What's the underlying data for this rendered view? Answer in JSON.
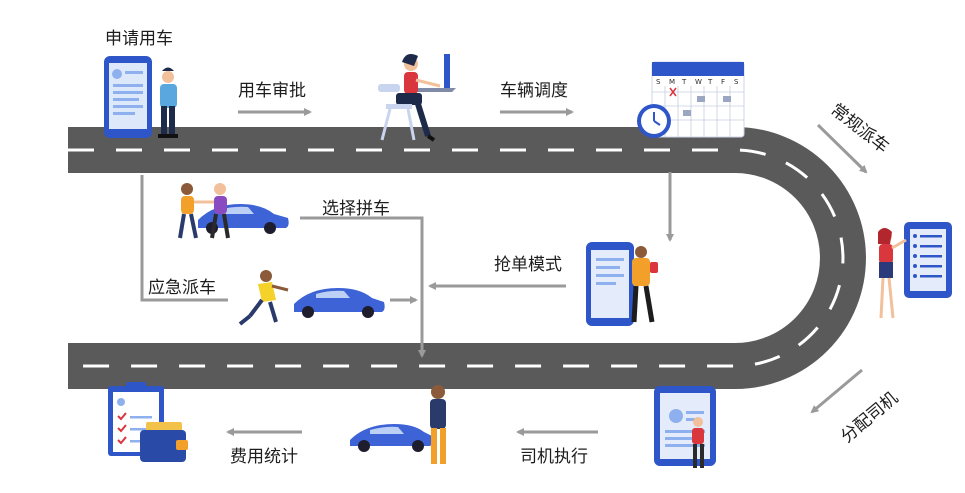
{
  "steps": {
    "apply": "申请用车",
    "approve": "用车审批",
    "dispatch": "车辆调度",
    "regular": "常规派车",
    "assign": "分配司机",
    "execute": "司机执行",
    "cost": "费用统计",
    "carpool": "选择拼车",
    "grab": "抢单模式",
    "emergency": "应急派车"
  },
  "calendar": {
    "weekdays": [
      "S",
      "M",
      "T",
      "W",
      "T",
      "F",
      "S"
    ]
  },
  "colors": {
    "road": "#5a5a5a",
    "road_line": "#ffffff",
    "arrow": "#9a9a9a",
    "car": "#3d63d6",
    "device_blue": "#2f56c8",
    "accent_red": "#d9363e",
    "accent_orange": "#f3a02a"
  },
  "icons": [
    "phone-form-icon",
    "office-worker-icon",
    "calendar-clock-icon",
    "checklist-board-icon",
    "tablet-profile-icon",
    "car-icon",
    "driver-icon",
    "handshake-icon",
    "running-person-icon",
    "phone-grab-icon",
    "invoice-wallet-icon"
  ]
}
